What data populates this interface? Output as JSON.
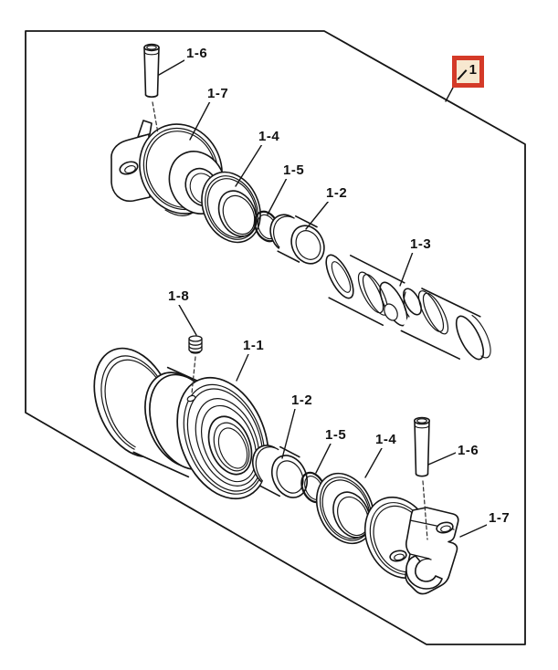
{
  "diagram": {
    "type": "exploded-parts-diagram",
    "background_color": "#ffffff",
    "line_color": "#151515",
    "assembly_callout": {
      "label": "1",
      "box_border_color": "#d43a28",
      "box_fill_color": "#f7e8d0"
    },
    "callouts": [
      {
        "label": "1-6"
      },
      {
        "label": "1-7"
      },
      {
        "label": "1-4"
      },
      {
        "label": "1-5"
      },
      {
        "label": "1-2"
      },
      {
        "label": "1-3"
      },
      {
        "label": "1-8"
      },
      {
        "label": "1-1"
      },
      {
        "label": "1-2"
      },
      {
        "label": "1-5"
      },
      {
        "label": "1-4"
      },
      {
        "label": "1-6"
      },
      {
        "label": "1-7"
      }
    ]
  }
}
